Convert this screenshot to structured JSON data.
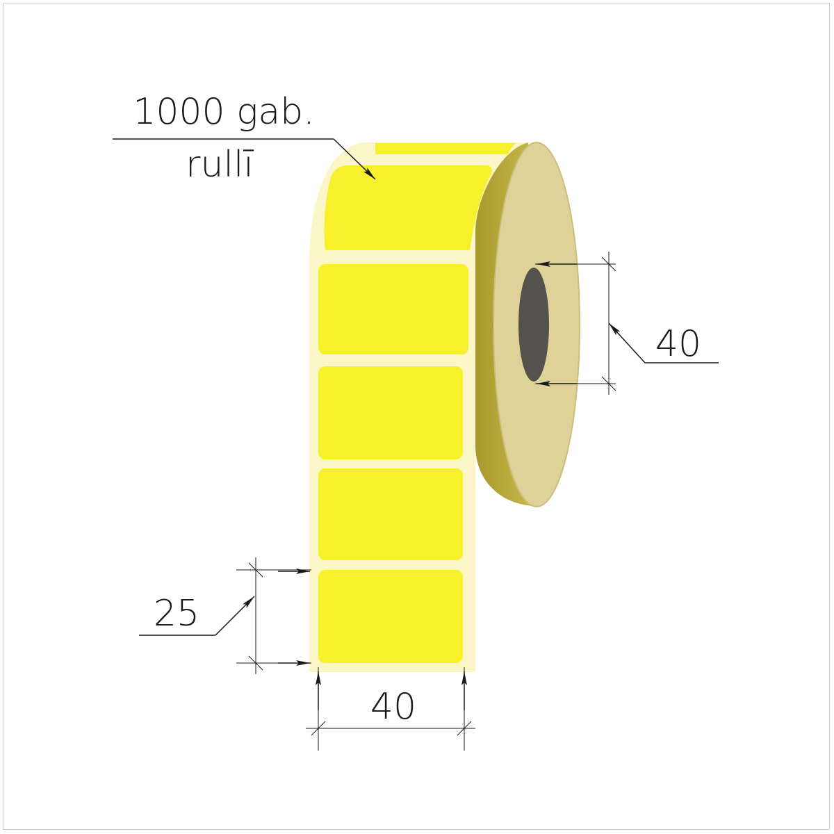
{
  "callout": {
    "quantity": "1000 gab.",
    "unit": "rullī"
  },
  "dimensions": {
    "core_diameter": "40",
    "label_height": "25",
    "label_width": "40"
  },
  "colors": {
    "label": "#f7f02a",
    "liner": "#fbf6c8",
    "roll_face": "#dfd298",
    "roll_side": "#b8a93a",
    "core": "#55524d",
    "line": "#1a1a1a"
  }
}
